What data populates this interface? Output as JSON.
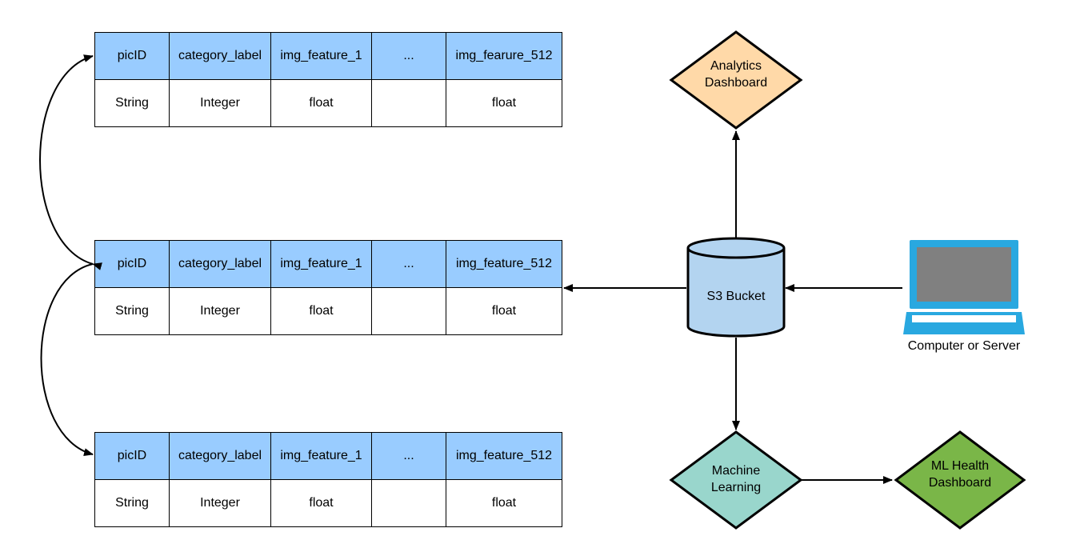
{
  "tables": [
    {
      "header": [
        "picID",
        "category_label",
        "img_feature_1",
        "...",
        "img_fearure_512"
      ],
      "types": [
        "String",
        "Integer",
        "float",
        "",
        "float"
      ]
    },
    {
      "header": [
        "picID",
        "category_label",
        "img_feature_1",
        "...",
        "img_feature_512"
      ],
      "types": [
        "String",
        "Integer",
        "float",
        "",
        "float"
      ]
    },
    {
      "header": [
        "picID",
        "category_label",
        "img_feature_1",
        "...",
        "img_feature_512"
      ],
      "types": [
        "String",
        "Integer",
        "float",
        "",
        "float"
      ]
    }
  ],
  "nodes": {
    "analytics": {
      "line1": "Analytics",
      "line2": "Dashboard",
      "color": "#ffd9a8"
    },
    "s3": {
      "label": "S3 Bucket",
      "color": "#b3d4f0"
    },
    "ml": {
      "line1": "Machine",
      "line2": "Learning",
      "color": "#99d6cc"
    },
    "ml_health": {
      "line1": "ML Health",
      "line2": "Dashboard",
      "color": "#7ab648"
    },
    "computer": {
      "label": "Computer or Server",
      "color": "#29a8e0",
      "screen_color": "#808080"
    }
  }
}
